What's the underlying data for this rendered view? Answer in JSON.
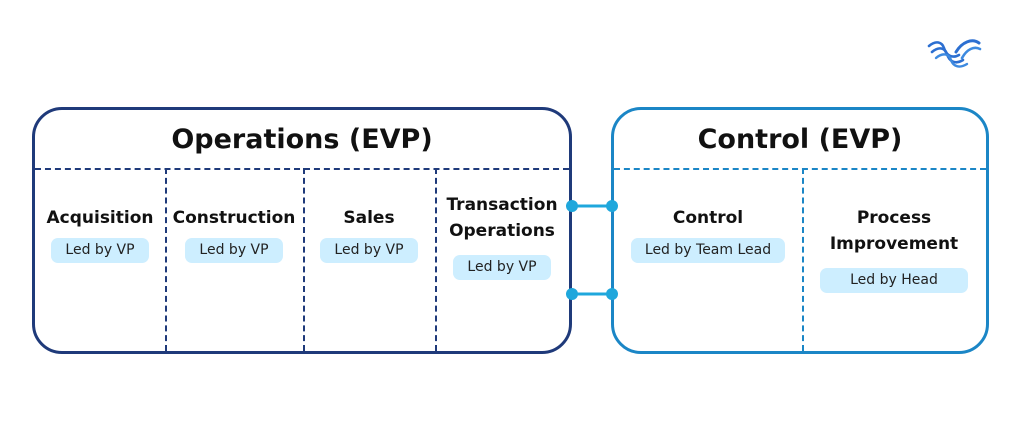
{
  "colors": {
    "operations_border": "#1f3a7a",
    "control_border": "#1b86c6",
    "pill_fill": "#cdeeff",
    "connector": "#1fa7dc"
  },
  "logo": {
    "icon": "wave-logo-icon"
  },
  "operations": {
    "title": "Operations (EVP)",
    "units": [
      {
        "name": "Acquisition",
        "lead": "Led by VP"
      },
      {
        "name": "Construction",
        "lead": "Led by VP"
      },
      {
        "name": "Sales",
        "lead": "Led by VP"
      },
      {
        "name_line1": "Transaction",
        "name_line2": "Operations",
        "lead": "Led by VP"
      }
    ]
  },
  "control": {
    "title": "Control (EVP)",
    "units": [
      {
        "name": "Control",
        "lead": "Led by Team Lead"
      },
      {
        "name_line1": "Process",
        "name_line2": "Improvement",
        "lead": "Led by Head"
      }
    ]
  }
}
